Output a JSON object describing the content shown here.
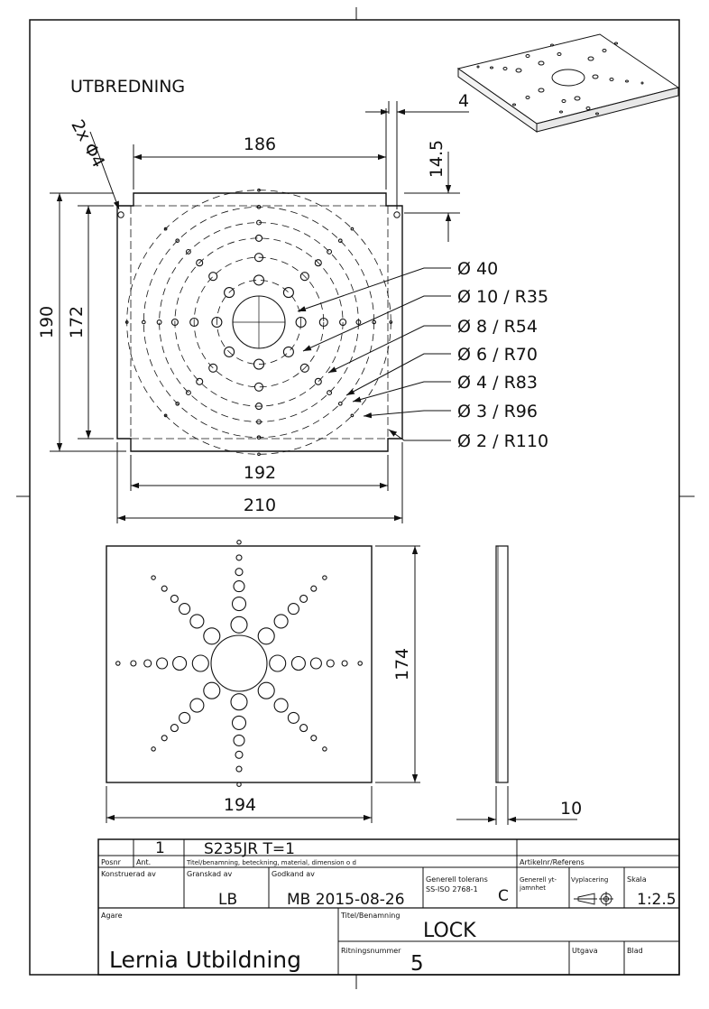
{
  "drawing": {
    "view_label": "UTBREDNING",
    "dims": {
      "width_outer": "210",
      "width_inner": "192",
      "width_top": "186",
      "height_outer": "190",
      "height_inner": "172",
      "flange_offset": "14.5",
      "thickness_iso": "4",
      "front_width": "194",
      "front_height": "174",
      "side_thickness": "10",
      "corner_holes": "2x Φ4"
    },
    "callouts": [
      "Ø 40",
      "Ø 10 / R35",
      "Ø 8 / R54",
      "Ø 6 / R70",
      "Ø 4 / R83",
      "Ø 3 / R96",
      "Ø 2 / R110"
    ]
  },
  "title_block": {
    "posnr_value": "1",
    "material_value": "S235JR T=1",
    "posnr_label": "Posnr",
    "ant_label": "Ant.",
    "titel_header": "Titel/benamning, beteckning, material, dimension o d",
    "artikel_header": "Artikelnr/Referens",
    "konstruerad_label": "Konstruerad av",
    "granskad_label": "Granskad av",
    "granskad_value": "LB",
    "godkand_label": "Godkand av",
    "godkand_value": "MB 2015-08-26",
    "tolerans_label": "Generell tolerans",
    "tolerans_std": "SS-ISO 2768-1",
    "tolerans_class": "C",
    "ytjamnhet_label_1": "Generell yt-",
    "ytjamnhet_label_2": "jamnhet",
    "vyplacering_label": "Vyplacering",
    "skala_label": "Skala",
    "skala_value": "1:2.5",
    "agare_label": "Agare",
    "agare_value": "Lernia Utbildning",
    "titel_label": "Titel/Benamning",
    "titel_value": "LOCK",
    "ritningsnummer_label": "Ritningsnummer",
    "ritningsnummer_value": "5",
    "utgava_label": "Utgava",
    "blad_label": "Blad"
  }
}
